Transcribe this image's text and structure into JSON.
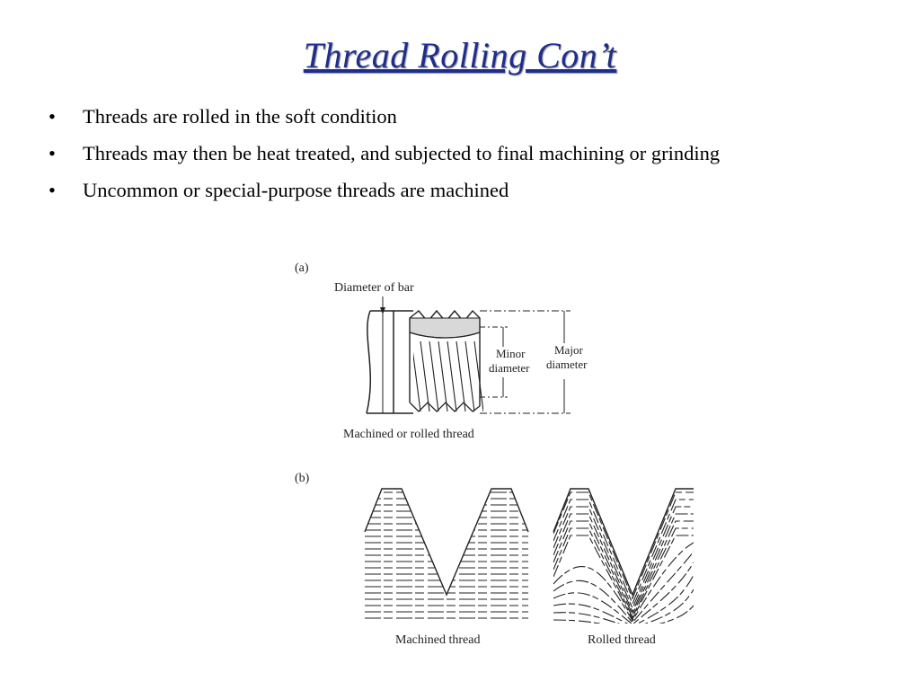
{
  "slide": {
    "title": "Thread Rolling Con’t",
    "bullet_marker": "•",
    "bullets": [
      "Threads are rolled in the soft condition",
      "Threads may then be heat treated, and subjected to final machining or grinding",
      "Uncommon or special-purpose threads are machined"
    ]
  },
  "figure": {
    "panel_a": {
      "tag": "(a)",
      "diameter_of_bar": "Diameter of bar",
      "minor_diameter": [
        "Minor",
        "diameter"
      ],
      "major_diameter": [
        "Major",
        "diameter"
      ],
      "caption": "Machined or rolled thread"
    },
    "panel_b": {
      "tag": "(b)",
      "machined_caption": "Machined thread",
      "rolled_caption": "Rolled thread"
    }
  },
  "colors": {
    "title": "#1f2e8a",
    "text": "#000000",
    "drawing": "#222222"
  }
}
